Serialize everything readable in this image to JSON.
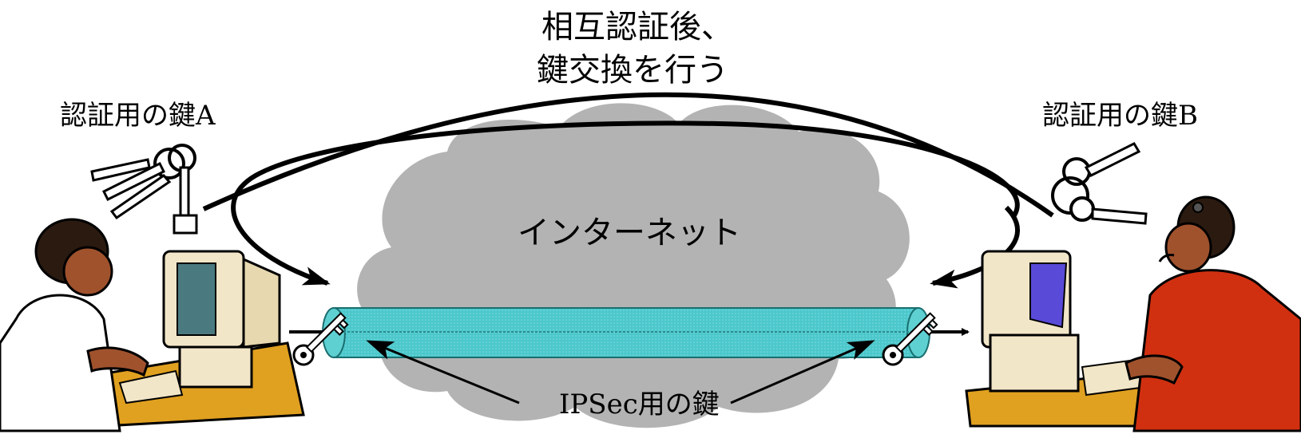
{
  "diagram": {
    "top_caption_line1": "相互認証後、",
    "top_caption_line2": "鍵交換を行う",
    "key_label_a": "認証用の鍵A",
    "key_label_b": "認証用の鍵B",
    "cloud_label": "インターネット",
    "tunnel_key_label": "IPSec用の鍵"
  },
  "colors": {
    "cloud": "#b3b3b3",
    "tunnel": "#4cc8cc",
    "monitor_beige": "#f2e6c8",
    "desk_wood": "#e0a020",
    "person_b_shirt": "#d03010",
    "screen_blue": "#5a4ad8",
    "skin": "#a0522d"
  },
  "icons": [
    "user-at-computer-icon",
    "operator-with-headset-icon",
    "key-ring-icon",
    "key-icon",
    "cloud-icon",
    "tunnel-pipe-icon"
  ]
}
